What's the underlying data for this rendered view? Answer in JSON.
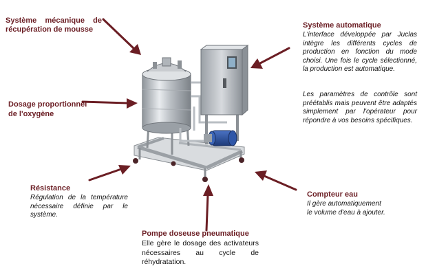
{
  "colors": {
    "label_title": "#6b1e24",
    "arrow": "#6b1e24",
    "machine_steel": "#c9ccd0",
    "machine_dark": "#6f747a",
    "pump_blue": "#2b4f9c"
  },
  "labels": {
    "mousse": {
      "title_line1": "Système mécanique de",
      "title_line2": "récupération de mousse"
    },
    "oxygene": {
      "title_line1": "Dosage proportionnel",
      "title_line2": "de l'oxygène"
    },
    "resistance": {
      "title": "Résistance",
      "body": "Régulation de la température nécessaire définie par le système."
    },
    "pompe": {
      "title": "Pompe doseuse pneumatique",
      "body": "Elle gère le dosage des activateurs nécessaires au cycle de réhydratation."
    },
    "compteur": {
      "title": "Compteur eau",
      "body_line1": "Il gère automatiquement",
      "body_line2": "le volume d'eau à ajouter."
    },
    "automatique": {
      "title": "Système automatique",
      "body1": "L'interface développée par Juclas intègre les différents cycles de production en fonction du mode choisi. Une fois le cycle sélectionné, la production est automatique.",
      "body2": "Les paramètres de contrôle sont préétablis mais peuvent être adaptés simplement par l'opérateur pour répondre à vos besoins spécifiques."
    }
  }
}
